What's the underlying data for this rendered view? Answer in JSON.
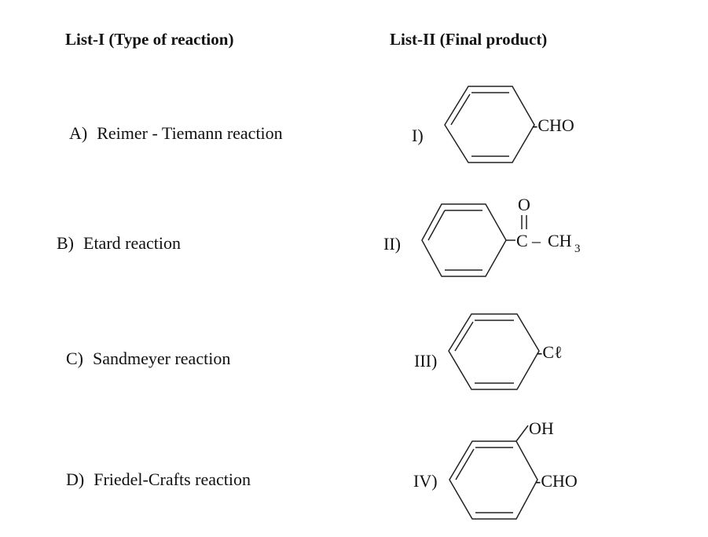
{
  "headers": {
    "list1": "List-I (Type of reaction)",
    "list2": "List-II (Final product)"
  },
  "list1": [
    {
      "label": "A)",
      "text": "Reimer - Tiemann reaction"
    },
    {
      "label": "B)",
      "text": "Etard reaction"
    },
    {
      "label": "C)",
      "text": "Sandmeyer reaction"
    },
    {
      "label": "D)",
      "text": "Friedel-Crafts reaction"
    }
  ],
  "list2": [
    {
      "label": "I)",
      "substituent": "-CHO"
    },
    {
      "label": "II)",
      "carbonyl_o": "O",
      "carbonyl_c": "C",
      "dash": "–",
      "methyl": "CH",
      "methyl_sub": "3"
    },
    {
      "label": "III)",
      "substituent": "-Cℓ"
    },
    {
      "label": "IV)",
      "ortho": "OH",
      "substituent": "-CHO"
    }
  ]
}
